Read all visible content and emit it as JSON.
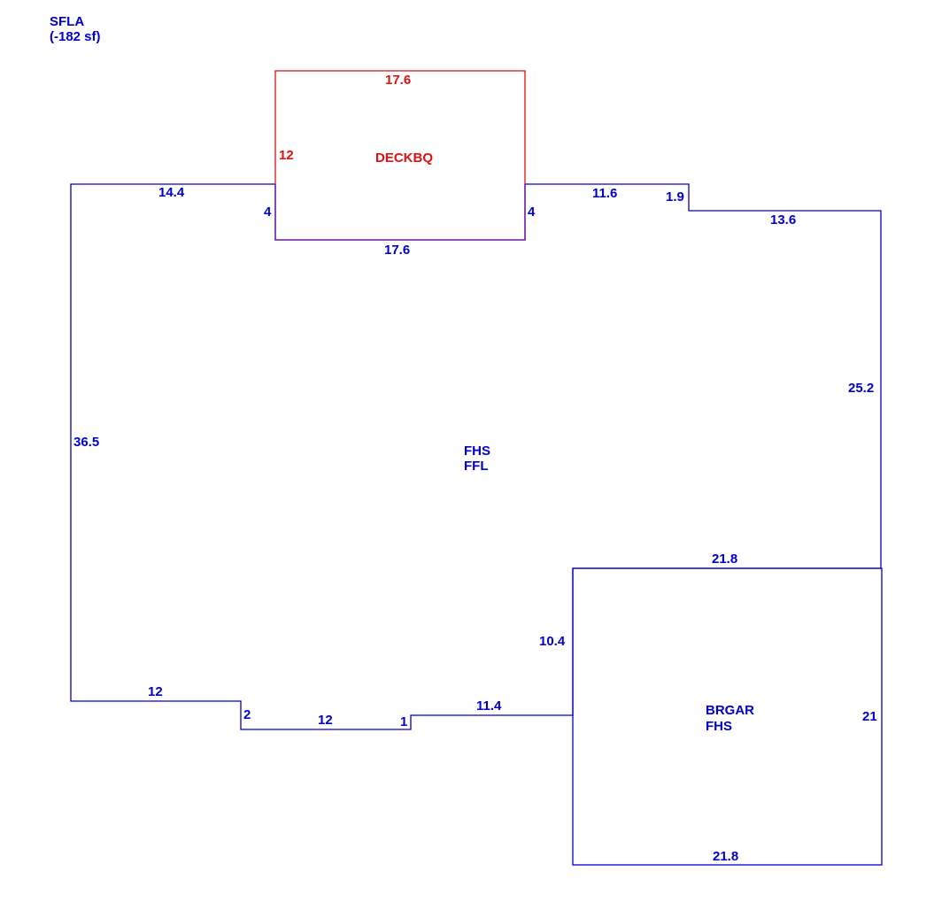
{
  "header": {
    "line1": "SFLA",
    "line2": "(-182 sf)"
  },
  "colors": {
    "main": "#0000cc",
    "deck": "#dd1111",
    "overlap": "#6a1aa0"
  },
  "areas": {
    "main": {
      "line1": "FHS",
      "line2": "FFL"
    },
    "deck": {
      "line1": "DECKBQ"
    },
    "garage": {
      "line1": "BRGAR",
      "line2": "FHS"
    }
  },
  "dimensions": {
    "main_left_top": "14.4",
    "main_left_notch": "4",
    "main_right_notch": "4",
    "main_right_top": "11.6",
    "main_step_small": "1.9",
    "main_right_upper": "13.6",
    "main_right_side": "25.2",
    "main_left_side": "36.5",
    "main_bottom_left": "12",
    "main_step_2": "2",
    "main_bottom_mid": "12",
    "main_step_1": "1",
    "main_bottom_right": "11.4",
    "main_inner_side": "10.4",
    "deck_top": "17.6",
    "deck_side": "12",
    "deck_bottom": "17.6",
    "garage_top": "21.8",
    "garage_side": "21",
    "garage_bottom": "21.8"
  }
}
